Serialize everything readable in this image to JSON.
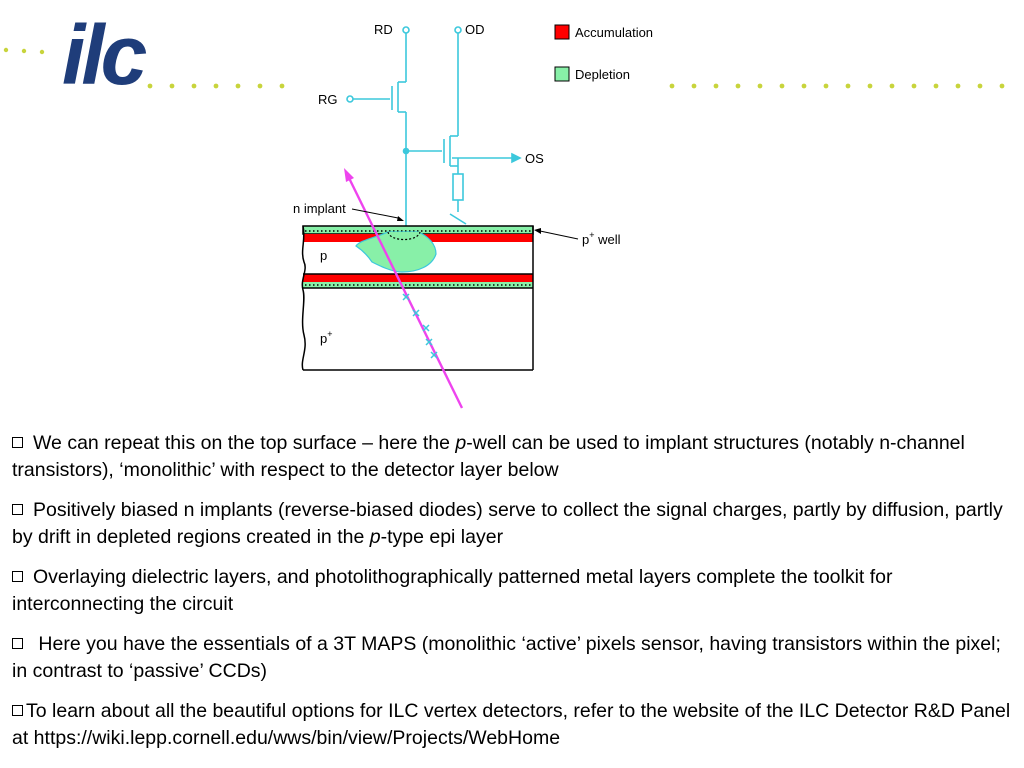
{
  "logo": {
    "text": "ilc"
  },
  "diagram": {
    "labels": {
      "rd": "RD",
      "od": "OD",
      "rg": "RG",
      "os": "OS",
      "n_implant": "n implant",
      "p_well": "p",
      "p_well_sup": "+",
      "p_well_suffix": " well",
      "p_layer": "p",
      "p_plus": "p",
      "p_plus_sup": "+"
    },
    "legend": [
      {
        "label": "Accumulation",
        "color": "#ff0000"
      },
      {
        "label": "Depletion",
        "color": "#88f0a8"
      }
    ],
    "colors": {
      "circuit": "#3cc8dc",
      "track": "#ee44ee",
      "outline": "#000000",
      "dots": "#c8d43c",
      "logo": "#1f3d7a"
    }
  },
  "bullets": [
    {
      "pre": "We can repeat this on the top surface – here the ",
      "em": "p",
      "post": "-well can be used to implant structures (notably n-channel transistors), ‘monolithic’ with respect to the detector layer below"
    },
    {
      "pre": "Positively biased n implants (reverse-biased diodes) serve to collect the signal charges, partly by diffusion, partly by drift in depleted regions created in the ",
      "em": "p",
      "post": "-type epi layer"
    },
    {
      "pre": "Overlaying dielectric layers, and photolithographically patterned metal layers complete the toolkit for interconnecting the circuit"
    },
    {
      "pre": " Here you have the essentials of a 3T MAPS (monolithic ‘active’ pixels sensor, having transistors within the pixel; in contrast to  ‘passive’ CCDs)"
    },
    {
      "pre": "To learn about all the beautiful options for ILC vertex detectors, refer to the website of the ILC Detector R&D Panel at https://wiki.lepp.cornell.edu/wws/bin/view/Projects/WebHome"
    }
  ]
}
